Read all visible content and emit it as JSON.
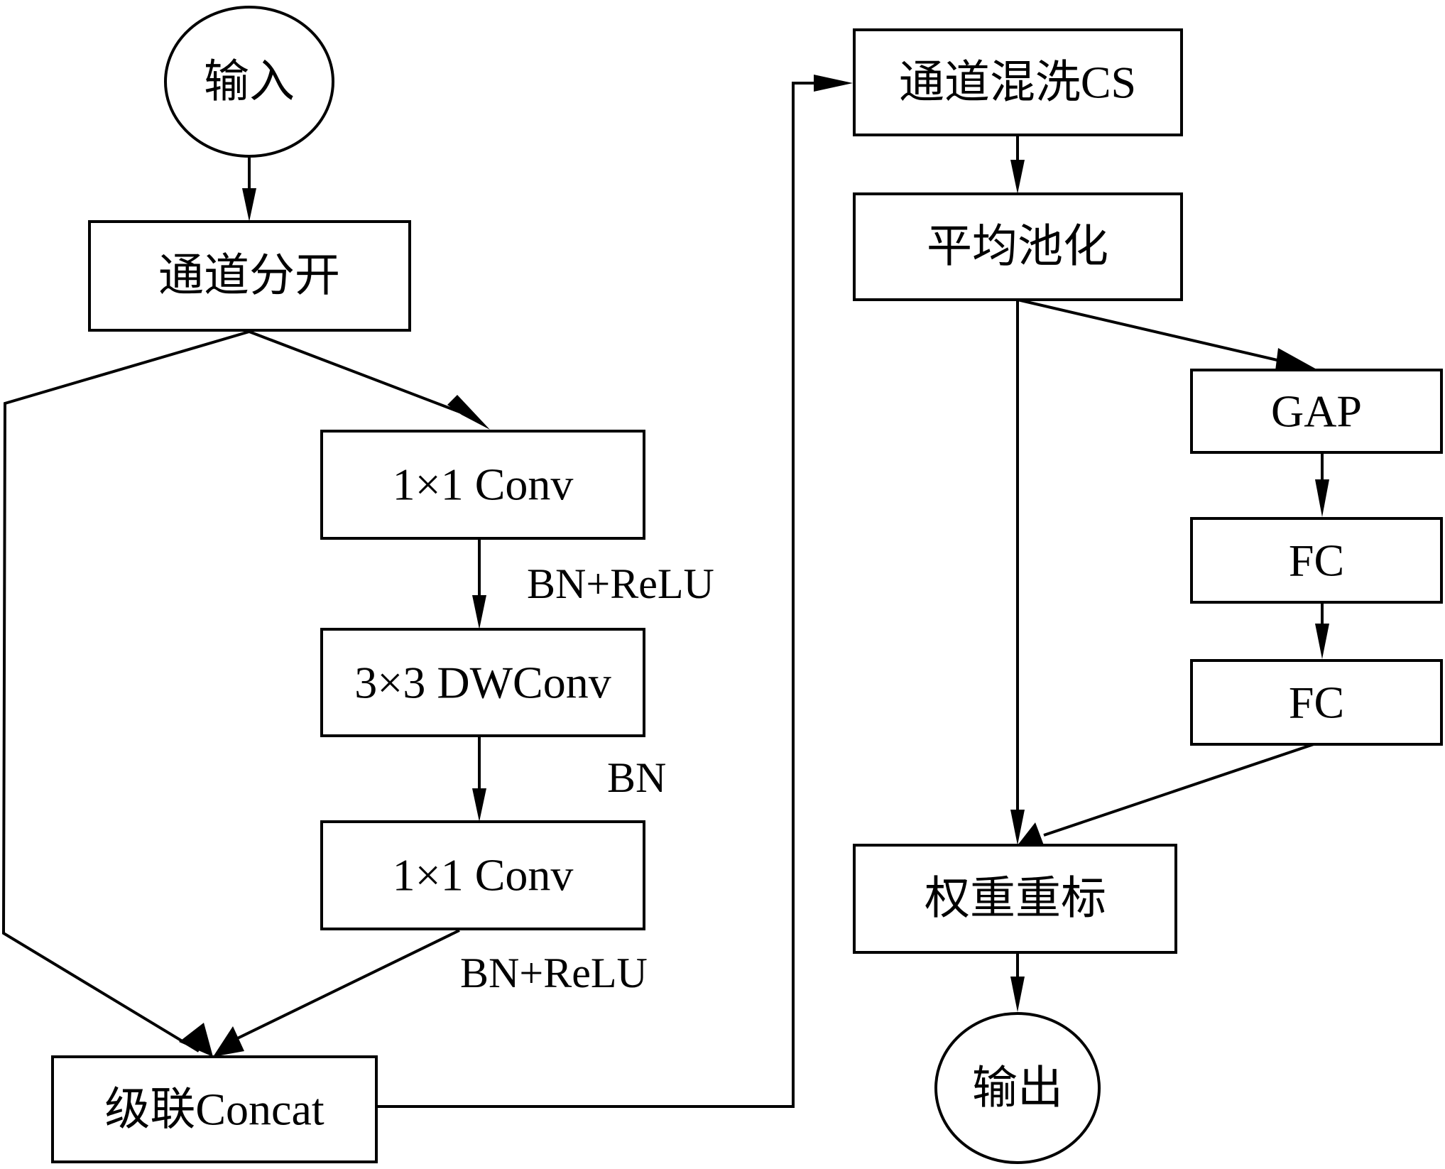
{
  "diagram": {
    "nodes": {
      "input": "输入",
      "channel_split": "通道分开",
      "conv1x1_a": "1×1 Conv",
      "dwconv3x3": "3×3 DWConv",
      "conv1x1_b": "1×1 Conv",
      "concat": "级联Concat",
      "channel_shuffle": "通道混洗CS",
      "avg_pool": "平均池化",
      "gap": "GAP",
      "fc1": "FC",
      "fc2": "FC",
      "reweight": "权重重标",
      "output": "输出"
    },
    "edge_labels": {
      "after_conv1x1_a": "BN+ReLU",
      "after_dwconv": "BN",
      "after_conv1x1_b": "BN+ReLU"
    },
    "edges": [
      [
        "input",
        "channel_split"
      ],
      [
        "channel_split",
        "conv1x1_a"
      ],
      [
        "channel_split",
        "concat"
      ],
      [
        "conv1x1_a",
        "dwconv3x3"
      ],
      [
        "dwconv3x3",
        "conv1x1_b"
      ],
      [
        "conv1x1_b",
        "concat"
      ],
      [
        "concat",
        "channel_shuffle"
      ],
      [
        "channel_shuffle",
        "avg_pool"
      ],
      [
        "avg_pool",
        "gap"
      ],
      [
        "avg_pool",
        "reweight"
      ],
      [
        "gap",
        "fc1"
      ],
      [
        "fc1",
        "fc2"
      ],
      [
        "fc2",
        "reweight"
      ],
      [
        "reweight",
        "output"
      ]
    ]
  }
}
